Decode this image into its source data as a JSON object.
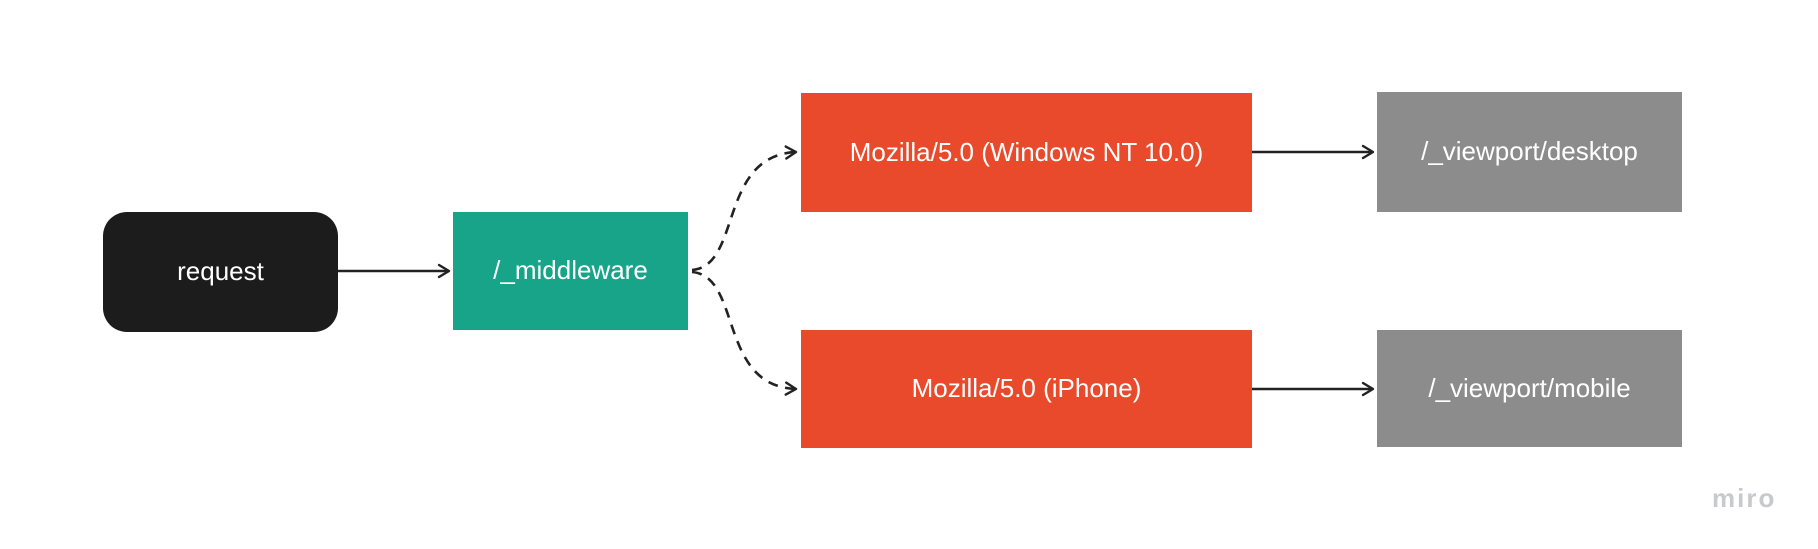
{
  "app": {
    "watermark": "miro",
    "watermark_color": "#c8c9ce",
    "background": "#ffffff"
  },
  "diagram": {
    "type": "flowchart",
    "nodes": {
      "request": {
        "label": "request",
        "shape": "rounded-rectangle",
        "color": "#1c1c1c",
        "text_color": "#ffffff"
      },
      "middleware": {
        "label": "/_middleware",
        "shape": "rectangle",
        "color": "#17a489",
        "text_color": "#ffffff"
      },
      "ua_desktop": {
        "label": "Mozilla/5.0 (Windows NT 10.0)",
        "shape": "rectangle",
        "color": "#e84a2b",
        "text_color": "#ffffff"
      },
      "ua_mobile": {
        "label": "Mozilla/5.0 (iPhone)",
        "shape": "rectangle",
        "color": "#e84a2b",
        "text_color": "#ffffff"
      },
      "viewport_desktop": {
        "label": "/_viewport/desktop",
        "shape": "rectangle",
        "color": "#8c8c8c",
        "text_color": "#ffffff"
      },
      "viewport_mobile": {
        "label": "/_viewport/mobile",
        "shape": "rectangle",
        "color": "#8c8c8c",
        "text_color": "#ffffff"
      }
    },
    "edges": [
      {
        "from": "request",
        "to": "middleware",
        "style": "solid",
        "arrow": "end"
      },
      {
        "from": "middleware",
        "to": "ua_desktop",
        "style": "dashed",
        "arrow": "end"
      },
      {
        "from": "middleware",
        "to": "ua_mobile",
        "style": "dashed",
        "arrow": "end"
      },
      {
        "from": "ua_desktop",
        "to": "viewport_desktop",
        "style": "solid",
        "arrow": "end"
      },
      {
        "from": "ua_mobile",
        "to": "viewport_mobile",
        "style": "solid",
        "arrow": "end"
      }
    ],
    "edge_color": "#222222"
  }
}
